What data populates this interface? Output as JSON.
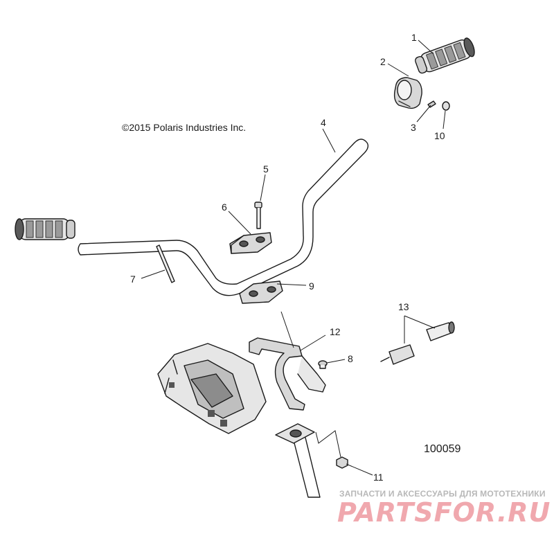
{
  "copyright": "©2015 Polaris Industries Inc.",
  "diagram_id": "100059",
  "callouts": [
    "1",
    "2",
    "3",
    "4",
    "5",
    "6",
    "7",
    "8",
    "9",
    "10",
    "11",
    "12",
    "13"
  ],
  "watermark": {
    "tagline": "ЗАПЧАСТИ И АКСЕССУАРЫ ДЛЯ МОТОТЕХНИКИ",
    "logo": "PARTSFOR.RU"
  },
  "colors": {
    "line": "#1a1a1a",
    "part_fill": "#ffffff",
    "shade": "#9a9a9a",
    "dark": "#4a4a4a",
    "watermark": "#f0a8ae"
  }
}
